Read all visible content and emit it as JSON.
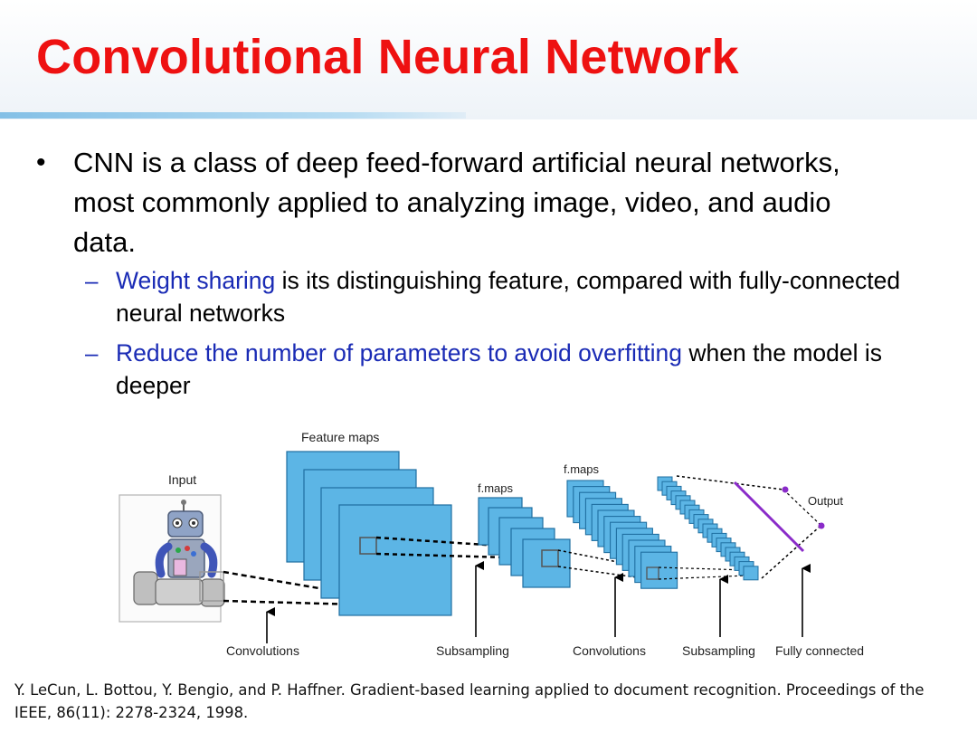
{
  "slide": {
    "title": "Convolutional Neural Network",
    "bullet_1": "CNN is a class of deep feed-forward artificial neural networks, most commonly applied to analyzing image, video, and audio data.",
    "bullet_marker": "•",
    "sub_marker": "–",
    "sub_1_highlight": "Weight sharing",
    "sub_1_rest": " is its distinguishing feature, compared with fully-connected neural networks",
    "sub_2_highlight": "Reduce the number of parameters to avoid overfitting",
    "sub_2_rest": " when the model is deeper"
  },
  "diagram": {
    "input_label": "Input",
    "feature_maps_label": "Feature maps",
    "fmaps_label_1": "f.maps",
    "fmaps_label_2": "f.maps",
    "output_label": "Output",
    "stage_labels": [
      "Convolutions",
      "Subsampling",
      "Convolutions",
      "Subsampling",
      "Fully connected"
    ]
  },
  "citation": "Y. LeCun, L. Bottou, Y. Bengio, and P. Haffner. Gradient-based learning applied to document recognition. Proceedings of the IEEE, 86(11): 2278-2324, 1998.",
  "colors": {
    "title_red": "#ee1111",
    "highlight_blue": "#1a2bb5",
    "map_fill": "#5cb5e5",
    "map_stroke": "#1f6fa1",
    "output_purple": "#8a2bc9"
  },
  "icons": {
    "input_image": "robot-icon"
  }
}
